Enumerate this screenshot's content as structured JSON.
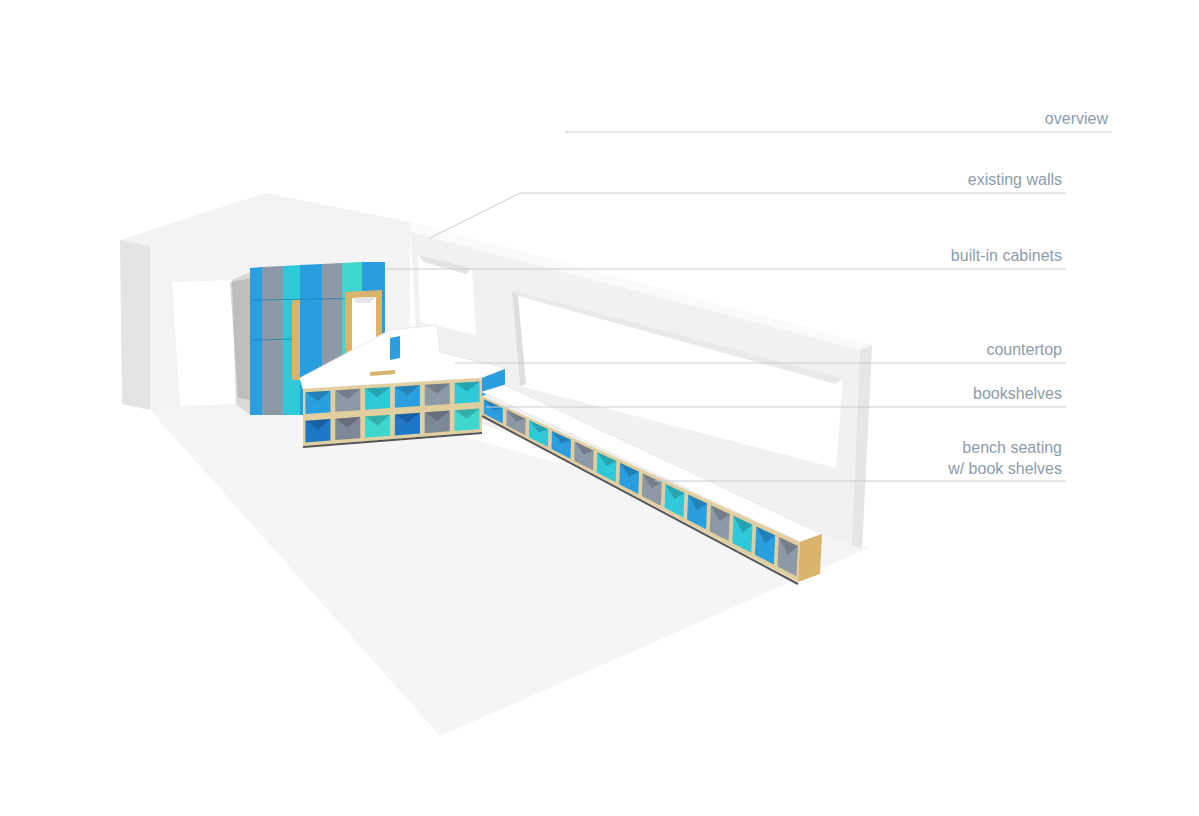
{
  "diagram": {
    "labels": [
      "overview",
      "existing walls",
      "built-in cabinets",
      "countertop",
      "bookshelves",
      "bench seating w/ book shelves"
    ]
  }
}
